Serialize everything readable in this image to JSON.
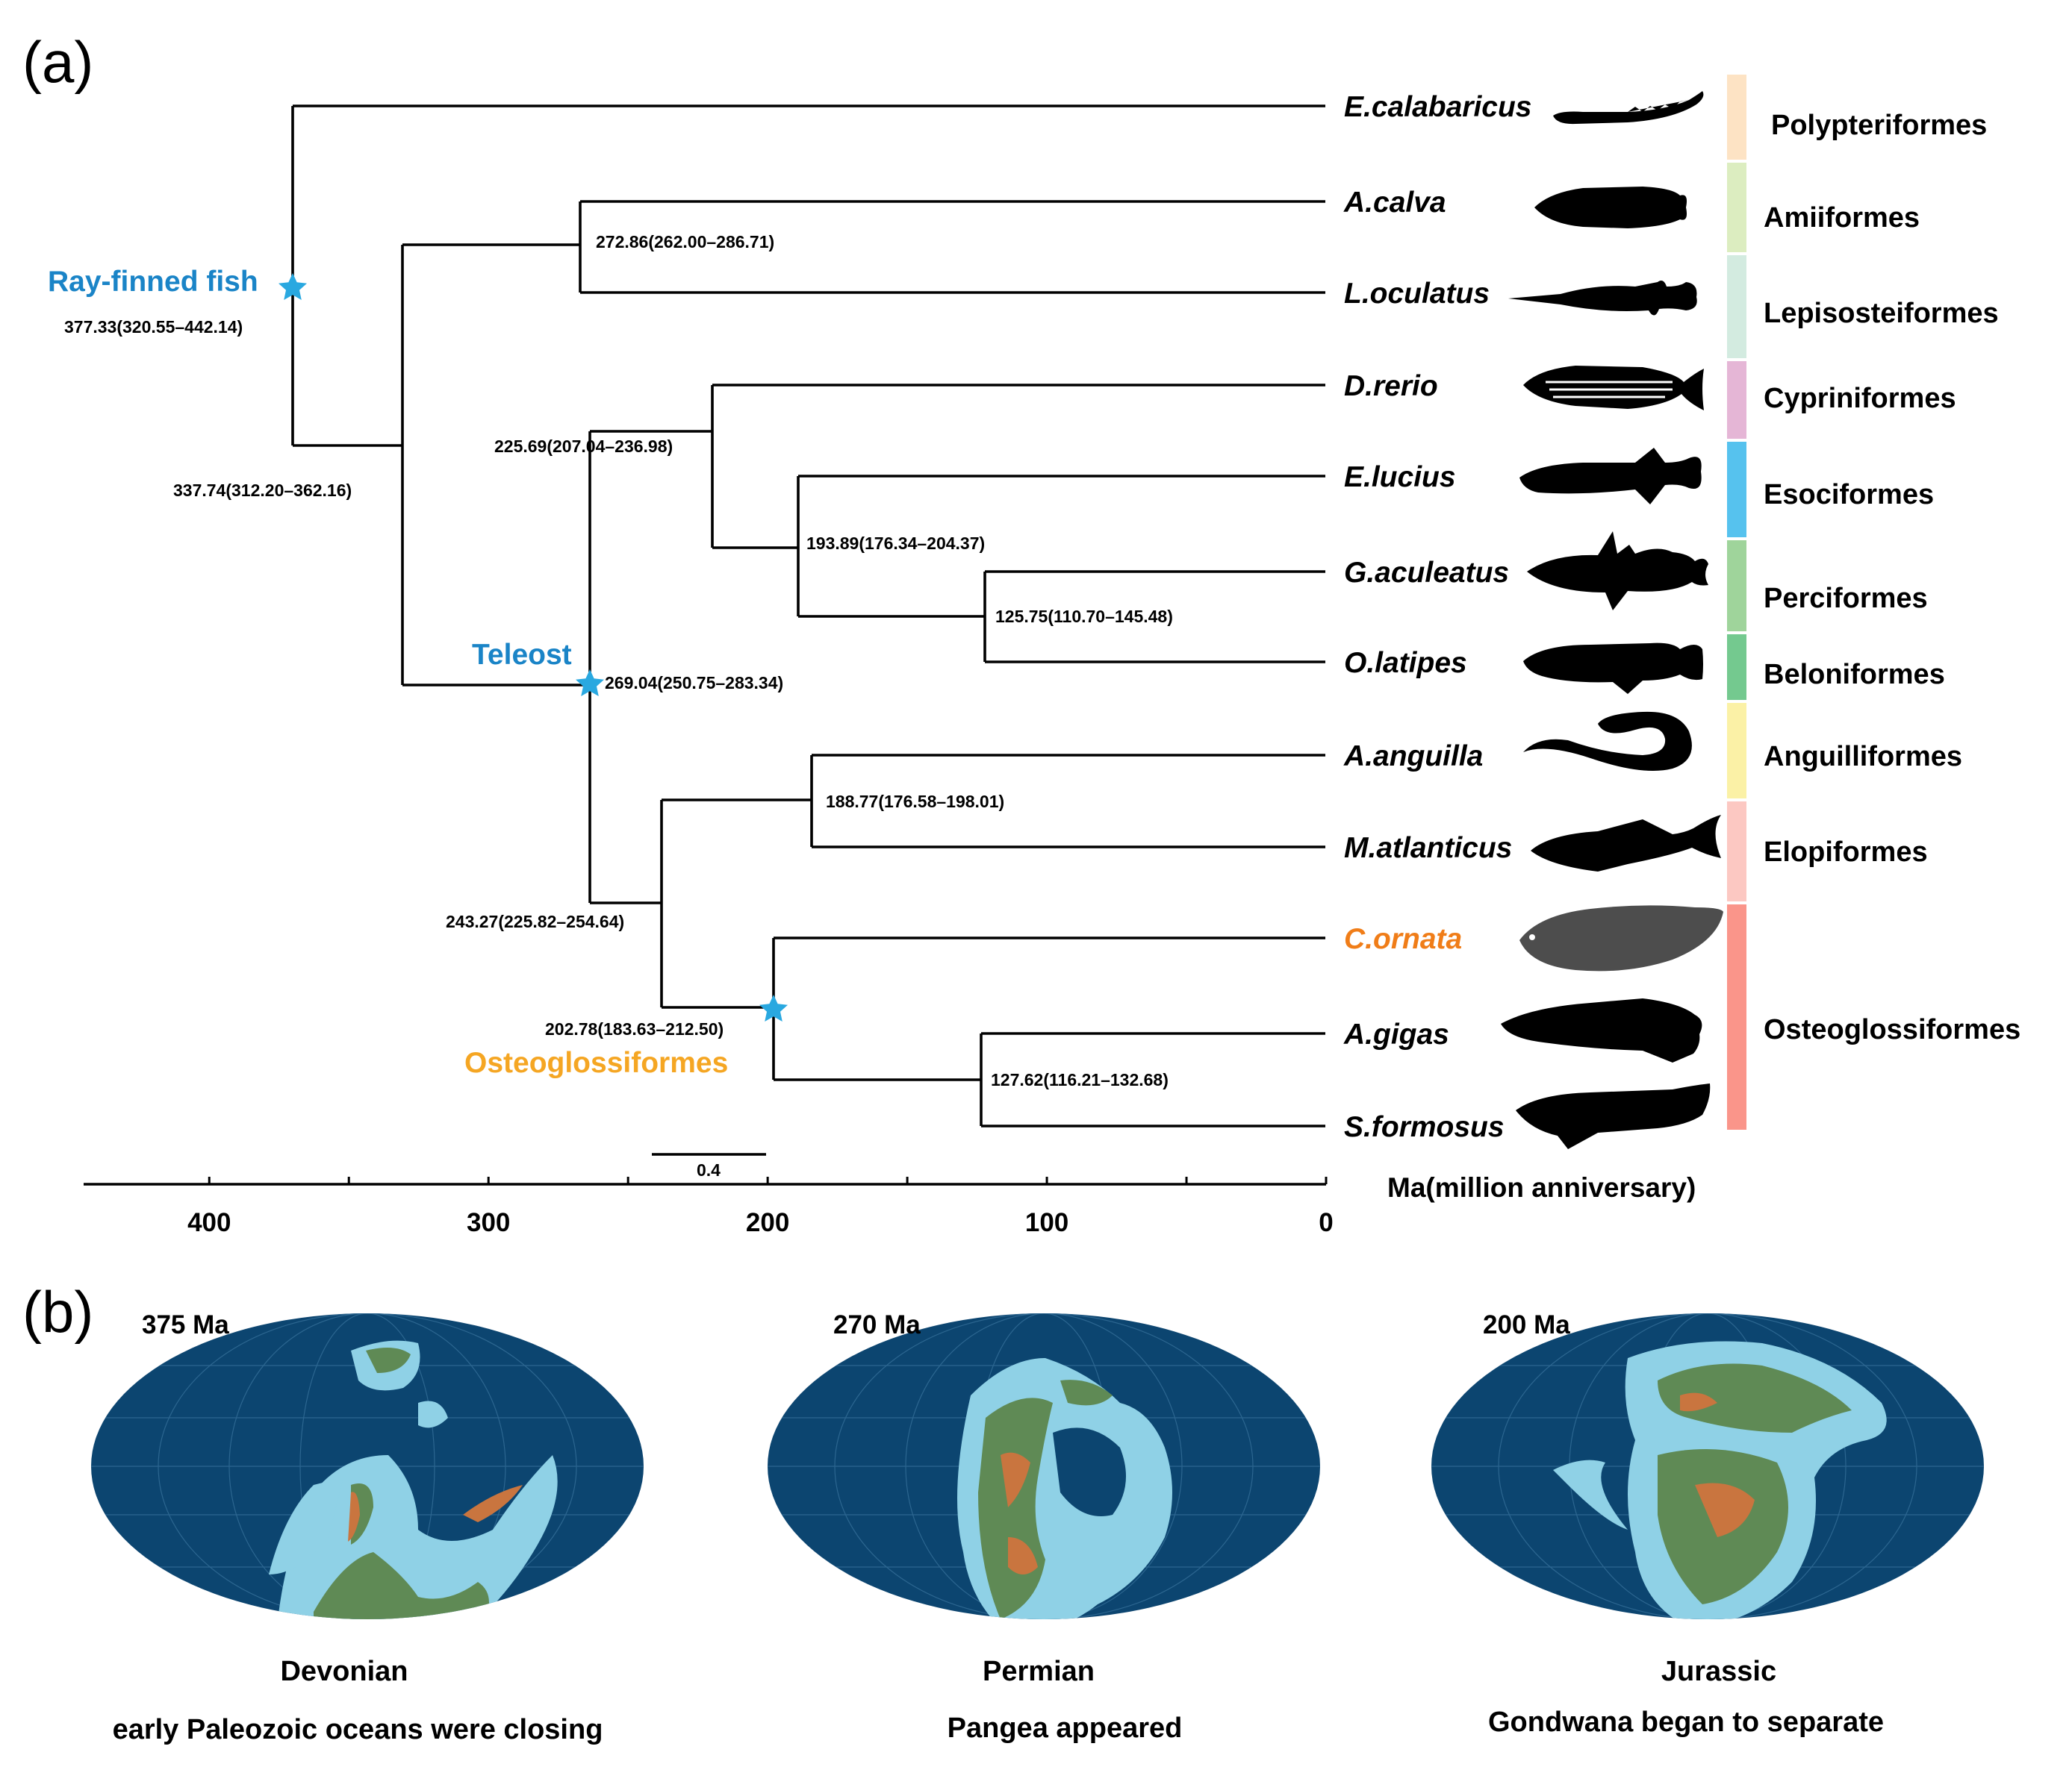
{
  "panels": {
    "a": "(a)",
    "b": "(b)"
  },
  "colors": {
    "branch": "#000000",
    "clade_blue": "#1a84c7",
    "clade_orange": "#f5a623",
    "highlight_species": "#f07d18",
    "star": "#29a8e0",
    "ocean": "#0c4570",
    "shelf": "#8fd1e6",
    "land_green": "#5f8a55",
    "land_orange": "#c9753f"
  },
  "species": [
    {
      "name": "E.calabaricus",
      "silhouette": "ropefish-icon"
    },
    {
      "name": "A.calva",
      "silhouette": "bowfin-icon"
    },
    {
      "name": "L.oculatus",
      "silhouette": "gar-icon"
    },
    {
      "name": "D.rerio",
      "silhouette": "zebrafish-icon"
    },
    {
      "name": "E.lucius",
      "silhouette": "pike-icon"
    },
    {
      "name": "G.aculeatus",
      "silhouette": "stickleback-icon"
    },
    {
      "name": "O.latipes",
      "silhouette": "medaka-icon"
    },
    {
      "name": "A.anguilla",
      "silhouette": "eel-icon"
    },
    {
      "name": "M.atlanticus",
      "silhouette": "tarpon-icon"
    },
    {
      "name": "C.ornata",
      "silhouette": "featherback-icon",
      "highlight": true
    },
    {
      "name": "A.gigas",
      "silhouette": "arapaima-icon"
    },
    {
      "name": "S.formosus",
      "silhouette": "arowana-icon"
    }
  ],
  "orders": [
    {
      "name": "Polypteriformes",
      "color": "#fde3c4"
    },
    {
      "name": "Amiiformes",
      "color": "#dcedc0"
    },
    {
      "name": "Lepisosteiformes",
      "color": "#d3ebe0"
    },
    {
      "name": "Cypriniformes",
      "color": "#e5b6d6"
    },
    {
      "name": "Esociformes",
      "color": "#56c2ee"
    },
    {
      "name": "Perciformes",
      "color": "#9fd49b"
    },
    {
      "name": "Beloniformes",
      "color": "#74c98f"
    },
    {
      "name": "Anguilliformes",
      "color": "#fbf1a6"
    },
    {
      "name": "Elopiformes",
      "color": "#fcc8c2"
    },
    {
      "name": "Osteoglossiformes",
      "color": "#fa958a"
    }
  ],
  "tree": {
    "nodes": [
      {
        "id": "root",
        "age": 377.33,
        "label": "377.33(320.55–442.14)",
        "star": true
      },
      {
        "id": "n1",
        "age": 337.74,
        "label": "337.74(312.20–362.16)"
      },
      {
        "id": "n2",
        "age": 272.86,
        "label": "272.86(262.00–286.71)"
      },
      {
        "id": "teleost",
        "age": 269.04,
        "label": "269.04(250.75–283.34)",
        "star": true
      },
      {
        "id": "n4",
        "age": 225.69,
        "label": "225.69(207.04–236.98)"
      },
      {
        "id": "n5",
        "age": 193.89,
        "label": "193.89(176.34–204.37)"
      },
      {
        "id": "n6",
        "age": 125.75,
        "label": "125.75(110.70–145.48)"
      },
      {
        "id": "n7",
        "age": 243.27,
        "label": "243.27(225.82–254.64)"
      },
      {
        "id": "n8",
        "age": 188.77,
        "label": "188.77(176.58–198.01)"
      },
      {
        "id": "osteo",
        "age": 202.78,
        "label": "202.78(183.63–212.50)",
        "star": true
      },
      {
        "id": "n10",
        "age": 127.62,
        "label": "127.62(116.21–132.68)"
      }
    ],
    "clades": {
      "ray_finned": "Ray-finned fish",
      "teleost": "Teleost",
      "osteoglossiformes": "Osteoglossiformes"
    },
    "scale_bar": "0.4"
  },
  "axis": {
    "title": "Ma(million anniversary)",
    "ticks": [
      400,
      300,
      200,
      100,
      0
    ],
    "ticklabels": [
      "400",
      "300",
      "200",
      "100",
      "0"
    ],
    "range": [
      445,
      0
    ]
  },
  "maps": [
    {
      "age": "375 Ma",
      "period": "Devonian",
      "caption": "early Paleozoic oceans were closing"
    },
    {
      "age": "270 Ma",
      "period": "Permian",
      "caption": "Pangea appeared"
    },
    {
      "age": "200 Ma",
      "period": "Jurassic",
      "caption": "Gondwana began to separate"
    }
  ]
}
